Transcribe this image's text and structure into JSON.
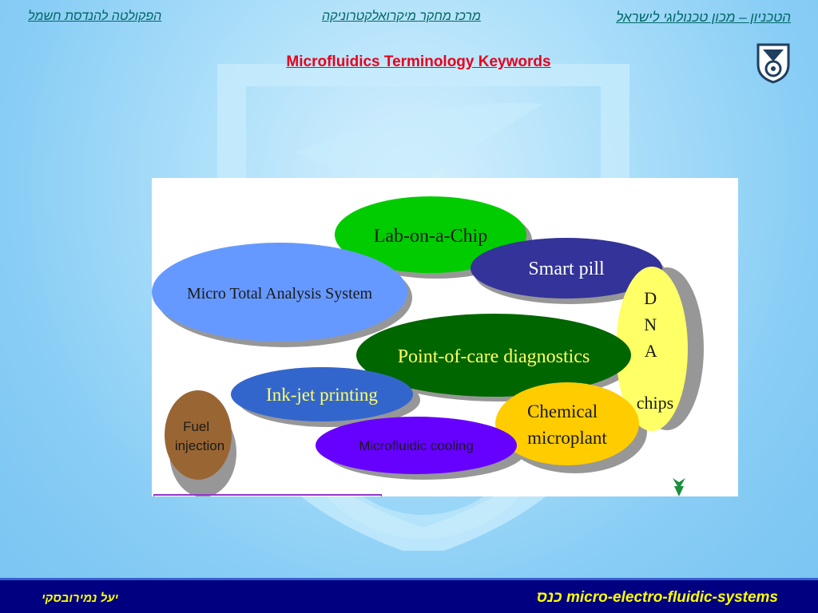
{
  "header": {
    "right": "הטכניון – מכון טכנולוגי לישראל",
    "center": "מרכז מחקר מיקרואלקטרוניקה",
    "left": "הפקולטה להנדסת חשמל"
  },
  "title": "Microfluidics Terminology Keywords",
  "diagram": {
    "bubbles": [
      {
        "id": "lab-on-a-chip",
        "label": "Lab-on-a-Chip",
        "color": "#00cc00"
      },
      {
        "id": "smart-pill",
        "label": "Smart pill",
        "color": "#333399"
      },
      {
        "id": "micro-tas",
        "label": "Micro Total Analysis System",
        "color": "#6699ff"
      },
      {
        "id": "dna-chips",
        "lines": [
          "D",
          "N",
          "A",
          "",
          "chips"
        ],
        "color": "#ffff66"
      },
      {
        "id": "point-of-care",
        "label": "Point-of-care diagnostics",
        "color": "#006600"
      },
      {
        "id": "ink-jet",
        "label": "Ink-jet printing",
        "color": "#3366cc"
      },
      {
        "id": "chemical-microplant",
        "lines": [
          "Chemical",
          "microplant"
        ],
        "color": "#ffcc00"
      },
      {
        "id": "fuel-injection",
        "lines": [
          "Fuel",
          "injection"
        ],
        "color": "#996633"
      },
      {
        "id": "microfluidic-cooling",
        "label": "Microfluidic cooling",
        "color": "#6600ff"
      }
    ]
  },
  "footer": {
    "left": "יעל נמירובסקי",
    "right": "micro-electro-fluidic-systems כנס"
  }
}
